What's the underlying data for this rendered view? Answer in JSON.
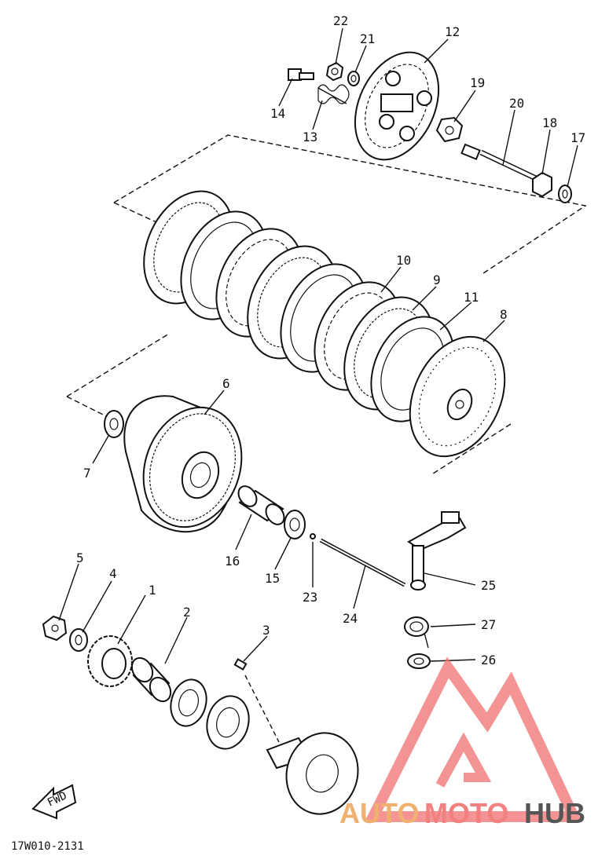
{
  "diagram": {
    "part_numbers": [
      "1",
      "2",
      "3",
      "4",
      "5",
      "6",
      "7",
      "8",
      "9",
      "10",
      "11",
      "12",
      "13",
      "14",
      "15",
      "16",
      "17",
      "18",
      "19",
      "20",
      "21",
      "22",
      "23",
      "24",
      "25",
      "26",
      "27"
    ],
    "fwd_label": "FWD",
    "drawing_code": "17W010-2131"
  },
  "watermark": {
    "auto": "AUTO",
    "moto": "MOTO",
    "hub": "HUB",
    "colors": {
      "auto": "#f0b070",
      "moto": "#f28080",
      "hub": "#555555",
      "logo": "#f07070"
    }
  }
}
